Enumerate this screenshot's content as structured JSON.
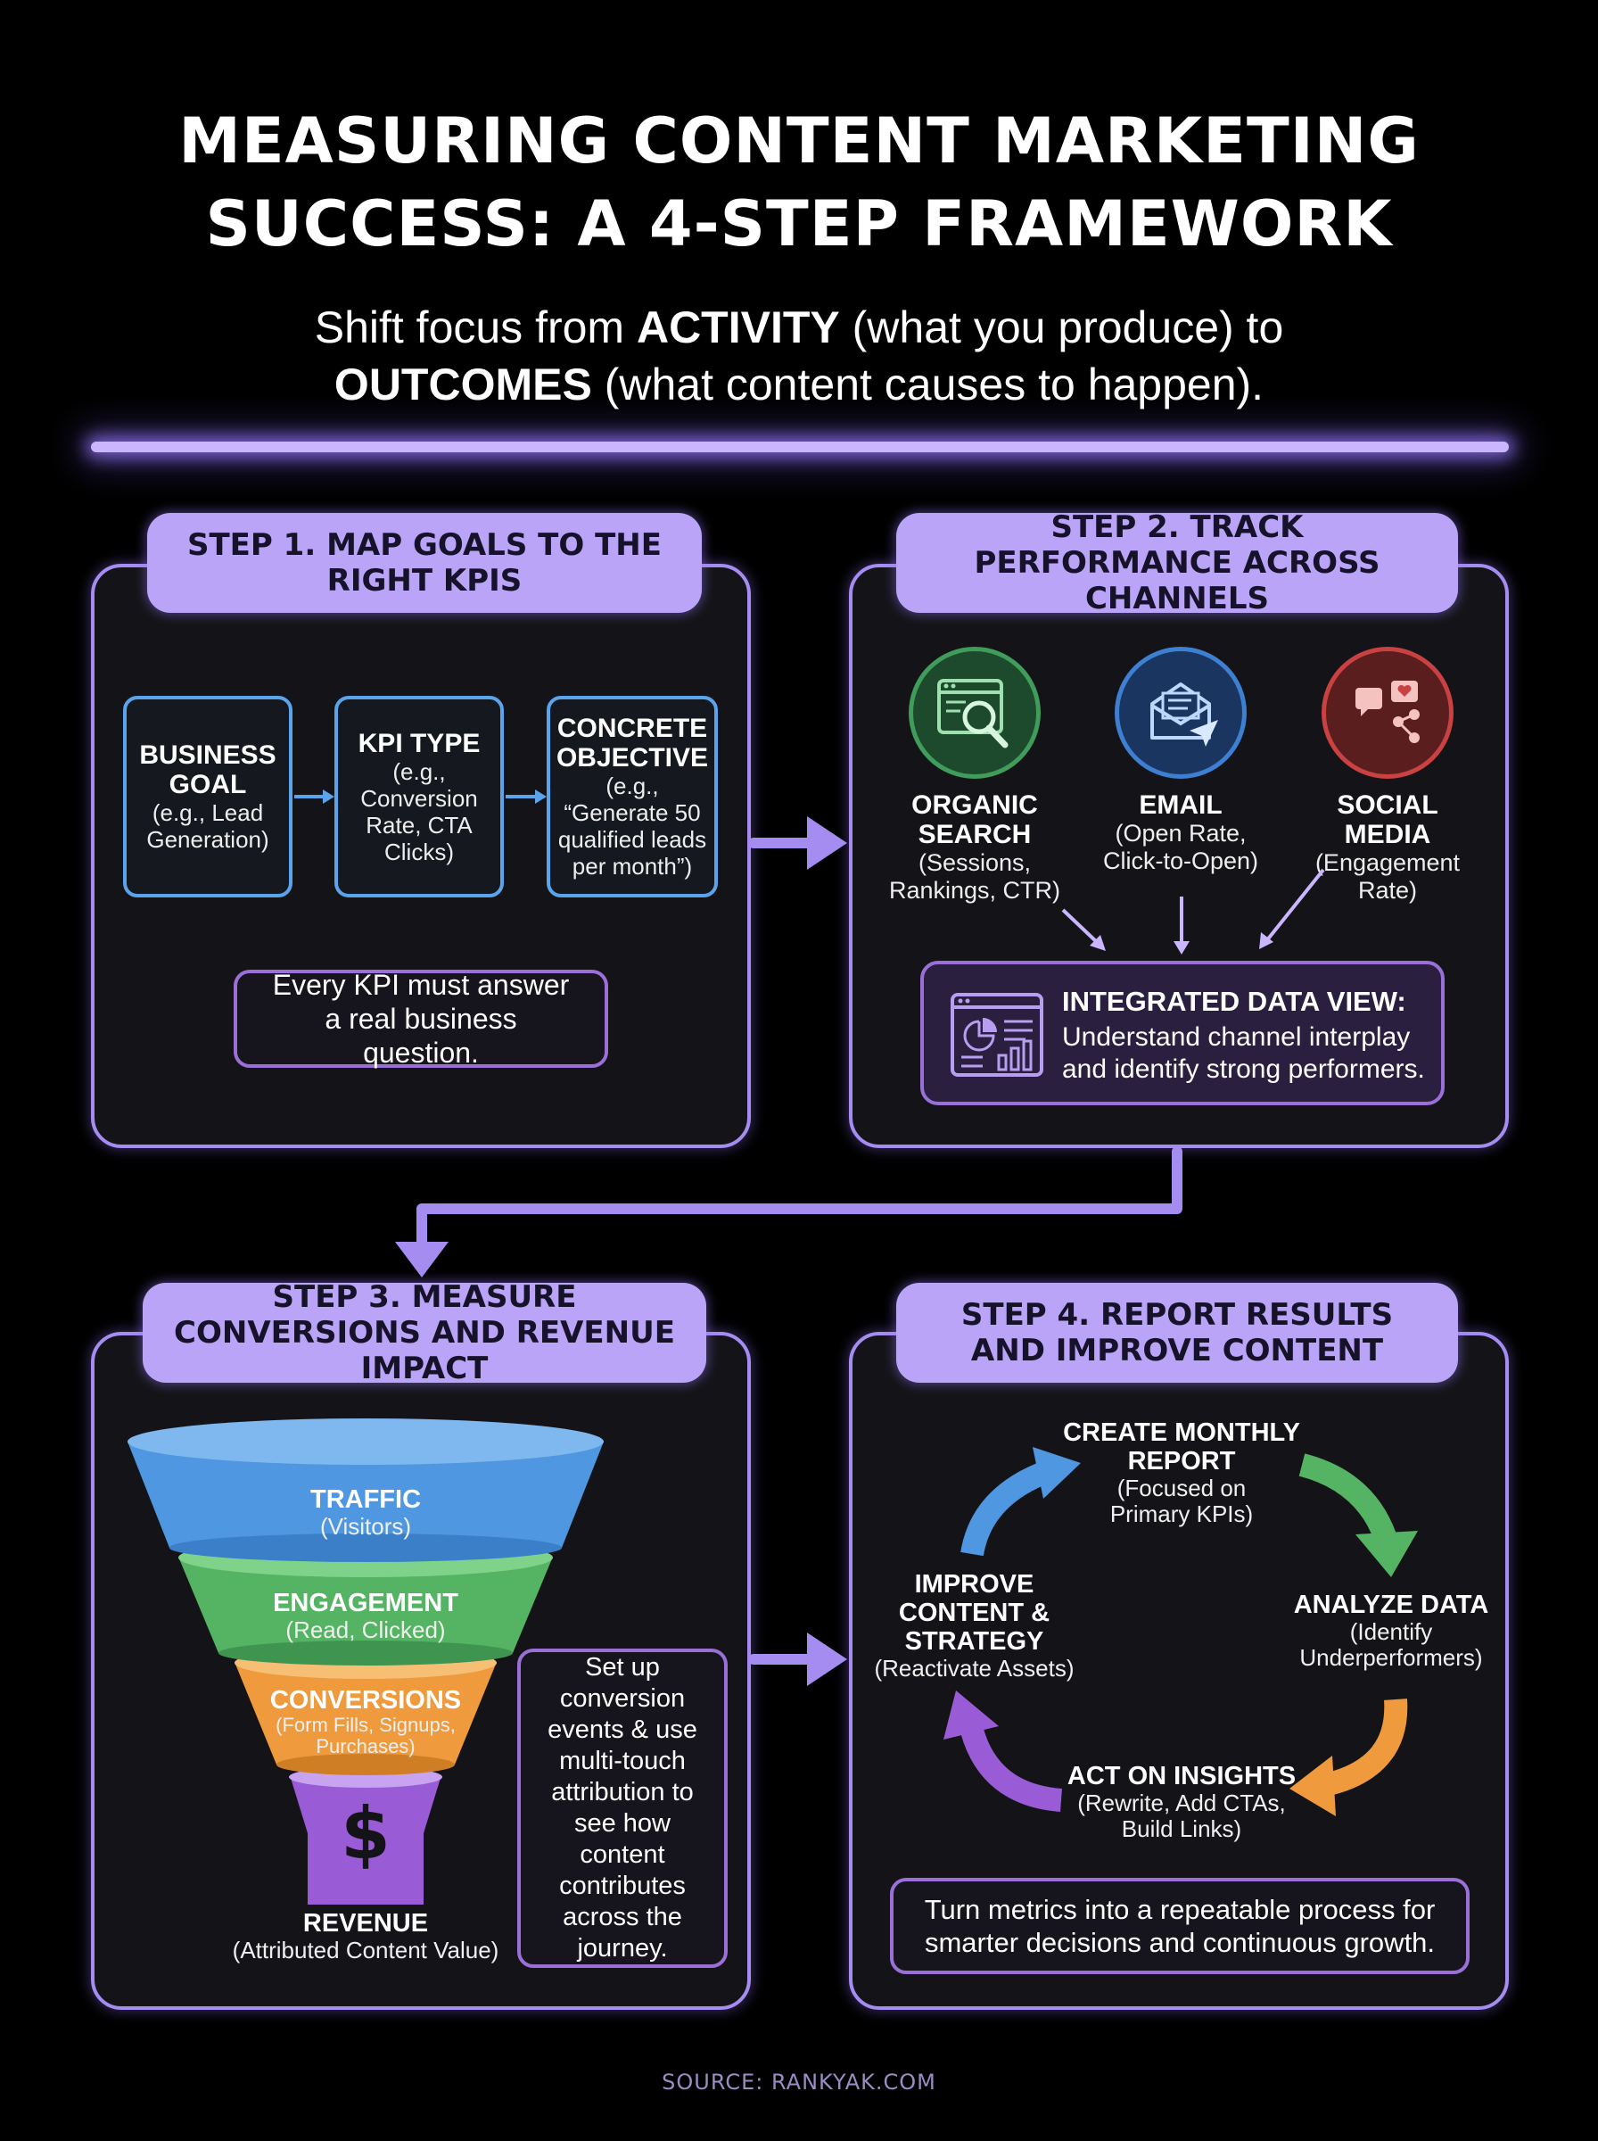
{
  "header": {
    "title_line1": "MEASURING CONTENT MARKETING",
    "title_line2": "SUCCESS: A 4-STEP FRAMEWORK",
    "subtitle_part1": "Shift focus from ",
    "subtitle_bold1": "ACTIVITY",
    "subtitle_part2": " (what you produce) to",
    "subtitle_bold2": "OUTCOMES",
    "subtitle_part3": " (what content causes to happen)."
  },
  "step1": {
    "title": "STEP 1. MAP GOALS TO THE RIGHT KPIS",
    "boxes": [
      {
        "heading": "BUSINESS GOAL",
        "detail": "(e.g., Lead Generation)"
      },
      {
        "heading": "KPI TYPE",
        "detail": "(e.g., Conversion Rate, CTA Clicks)"
      },
      {
        "heading": "CONCRETE OBJECTIVE",
        "detail": "(e.g., “Generate 50 qualified leads per month”)"
      }
    ],
    "note": "Every KPI must answer a real business question."
  },
  "step2": {
    "title": "STEP 2. TRACK PERFORMANCE ACROSS CHANNELS",
    "channels": [
      {
        "heading": "ORGANIC SEARCH",
        "detail": "(Sessions, Rankings, CTR)",
        "icon": "search-browser-icon",
        "color": "#3f9c5a"
      },
      {
        "heading": "EMAIL",
        "detail": "(Open Rate, Click-to-Open)",
        "icon": "email-send-icon",
        "color": "#3d7fd0"
      },
      {
        "heading": "SOCIAL MEDIA",
        "detail": "(Engagement Rate)",
        "icon": "social-share-icon",
        "color": "#c94141"
      }
    ],
    "integrated_heading": "INTEGRATED DATA VIEW:",
    "integrated_detail": "Understand channel interplay and identify strong performers."
  },
  "step3": {
    "title": "STEP 3. MEASURE CONVERSIONS AND REVENUE IMPACT",
    "funnel": [
      {
        "heading": "TRAFFIC",
        "detail": "(Visitors)",
        "color": "#4f97e0"
      },
      {
        "heading": "ENGAGEMENT",
        "detail": "(Read, Clicked)",
        "color": "#55b463"
      },
      {
        "heading": "CONVERSIONS",
        "detail": "(Form Fills, Signups, Purchases)",
        "color": "#ef9a3c"
      },
      {
        "heading": "REVENUE",
        "detail": "(Attributed Content Value)",
        "color": "#9a5bd6"
      }
    ],
    "revenue_symbol": "$",
    "note": "Set up conversion events & use multi-touch attribution to see how content contributes across the journey."
  },
  "step4": {
    "title": "STEP 4. REPORT RESULTS AND IMPROVE CONTENT",
    "cycle": [
      {
        "heading": "CREATE MONTHLY REPORT",
        "detail": "(Focused on Primary KPIs)"
      },
      {
        "heading": "ANALYZE DATA",
        "detail": "(Identify Underperformers)"
      },
      {
        "heading": "ACT ON INSIGHTS",
        "detail": "(Rewrite, Add CTAs, Build Links)"
      },
      {
        "heading": "IMPROVE CONTENT & STRATEGY",
        "detail": "(Reactivate Assets)"
      }
    ],
    "note": "Turn metrics into a repeatable process for smarter decisions and continuous growth."
  },
  "footer": {
    "source": "SOURCE: RANKYAK.COM"
  },
  "colors": {
    "accent": "#a58cf0",
    "tab": "#b9a4f7",
    "flow_border": "#5aa4ec",
    "note_border": "#9b6fd8"
  }
}
